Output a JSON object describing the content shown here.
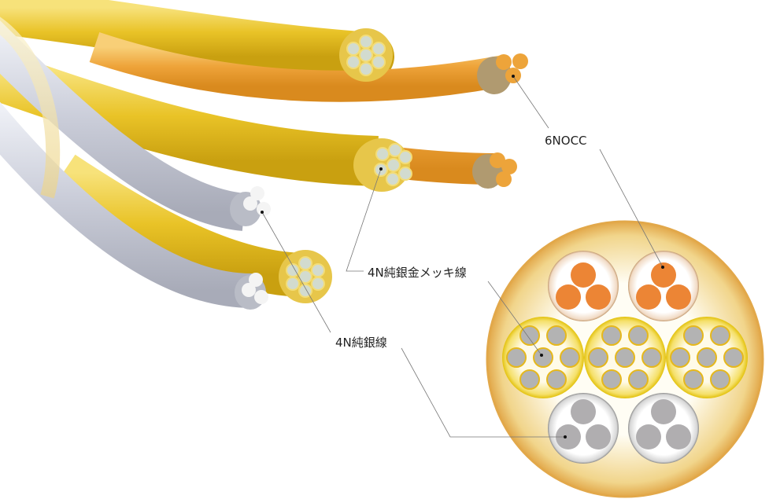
{
  "labels": {
    "occ": "6NOCC",
    "gold_plated_silver": "4N純銀金メッキ線",
    "pure_silver": "4N純銀線"
  },
  "colors": {
    "copper_orange": "#ec8535",
    "silver_gray": "#b3b3b3",
    "gold_yellow": "#e8c21a",
    "jacket": "#e2a84a"
  }
}
